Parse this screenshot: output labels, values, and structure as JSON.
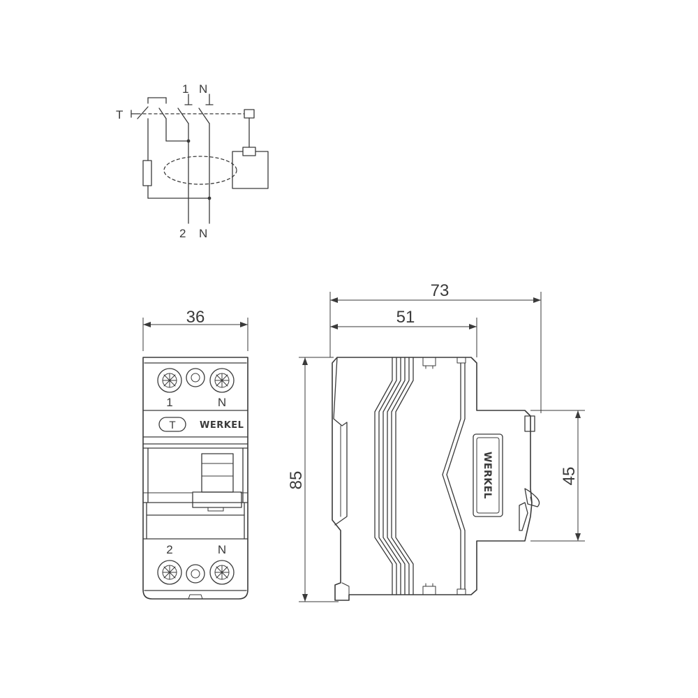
{
  "schematic": {
    "test_label": "T",
    "top_line_label": "1",
    "top_neutral_label": "N",
    "bottom_line_label": "2",
    "bottom_neutral_label": "N"
  },
  "front_view": {
    "width_dim": "36",
    "top_terminal_line": "1",
    "top_terminal_neutral": "N",
    "test_button": "T",
    "brand": "WERKEL",
    "bottom_terminal_line": "2",
    "bottom_terminal_neutral": "N"
  },
  "side_view": {
    "overall_depth_dim": "73",
    "body_depth_dim": "51",
    "height_dim": "85",
    "front_height_dim": "45",
    "brand": "WERKEL"
  }
}
